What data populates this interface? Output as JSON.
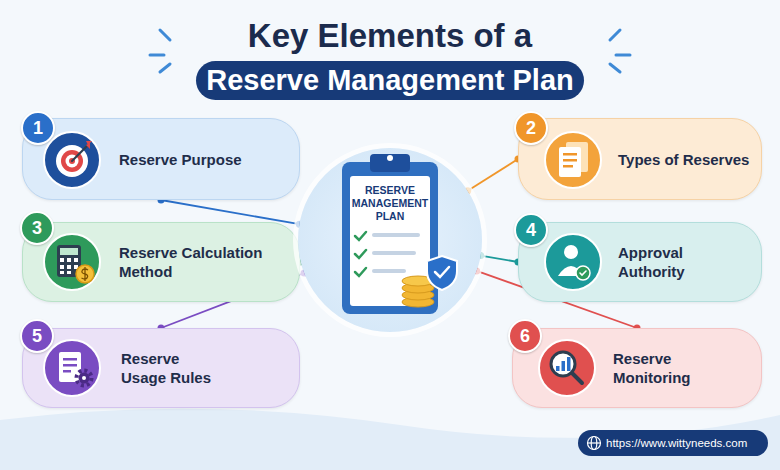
{
  "diagram": {
    "title": "Key Elements of a Reserve Management Plan",
    "nodes": [
      {
        "text": [
          "Reserve Purpose"
        ]
      },
      {
        "text": [
          "1"
        ],
        "in": 0
      },
      {
        "text": [
          "Types of Reserves"
        ]
      },
      {
        "text": [
          "2"
        ],
        "in": 2
      },
      {
        "text": [
          "Reserve Calculation Method"
        ]
      },
      {
        "text": [
          "3"
        ],
        "in": 4
      },
      {
        "text": [
          "Approval Authority"
        ]
      },
      {
        "text": [
          "4"
        ],
        "in": 6
      },
      {
        "text": [
          "Reserve Usage Rules"
        ]
      },
      {
        "text": [
          "5"
        ],
        "in": 8
      },
      {
        "text": [
          "Reserve Monitoring"
        ]
      },
      {
        "text": [
          "6"
        ],
        "in": 10
      },
      {
        "text": [
          "RESERVE MANAGEMENT PLAN"
        ]
      }
    ],
    "edges": [
      {
        "from": 12,
        "to": 0,
        "arrow": "none"
      },
      {
        "from": 12,
        "to": 2,
        "arrow": "none"
      },
      {
        "from": 12,
        "to": 4,
        "arrow": "none"
      },
      {
        "from": 12,
        "to": 6,
        "arrow": "none"
      },
      {
        "from": 12,
        "to": 8,
        "arrow": "none"
      },
      {
        "from": 12,
        "to": 10,
        "arrow": "none"
      }
    ],
    "labels": [
      "https://www.wittyneeds.com"
    ]
  }
}
